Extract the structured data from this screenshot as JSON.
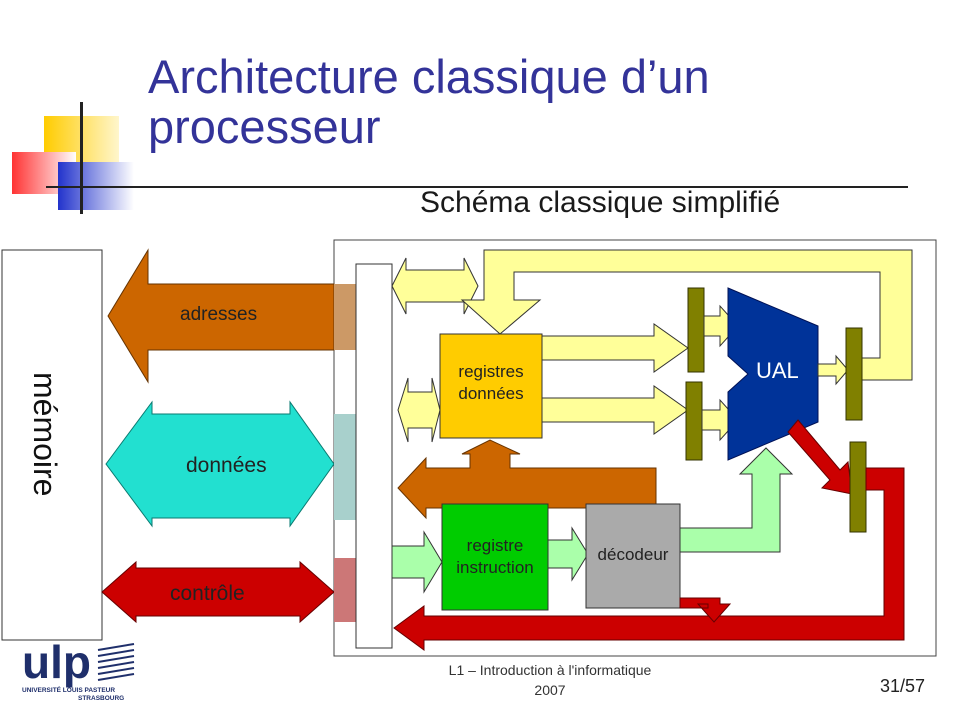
{
  "slide": {
    "title": "Architecture classique d’un processeur",
    "subtitle": "Schéma classique simplifié"
  },
  "diagram": {
    "memory_label": "mémoire",
    "bus_addresses": "adresses",
    "bus_data": "données",
    "bus_control": "contrôle",
    "data_registers": [
      "registres",
      "données"
    ],
    "instruction_register": [
      "registre",
      "instruction"
    ],
    "decoder": "décodeur",
    "alu": "UAL"
  },
  "logo": {
    "name": "ulp",
    "line1": "UNIVERSITÉ LOUIS PASTEUR",
    "line2": "STRASBOURG"
  },
  "footer": {
    "course_line1": "L1 – Introduction à l'informatique",
    "course_line2": "2007",
    "page": "31/57"
  },
  "colors": {
    "title": "#333399",
    "address_bus": "#cc6600",
    "data_bus": "#22e0d0",
    "control_bus": "#cc0000",
    "data_registers": "#ffcc00",
    "instruction_register": "#00cc00",
    "decoder": "#aaaaaa",
    "alu": "#003399",
    "latch": "#808000",
    "internal_arrow": "#ffff99",
    "decoder_arrow": "#aaffaa"
  }
}
